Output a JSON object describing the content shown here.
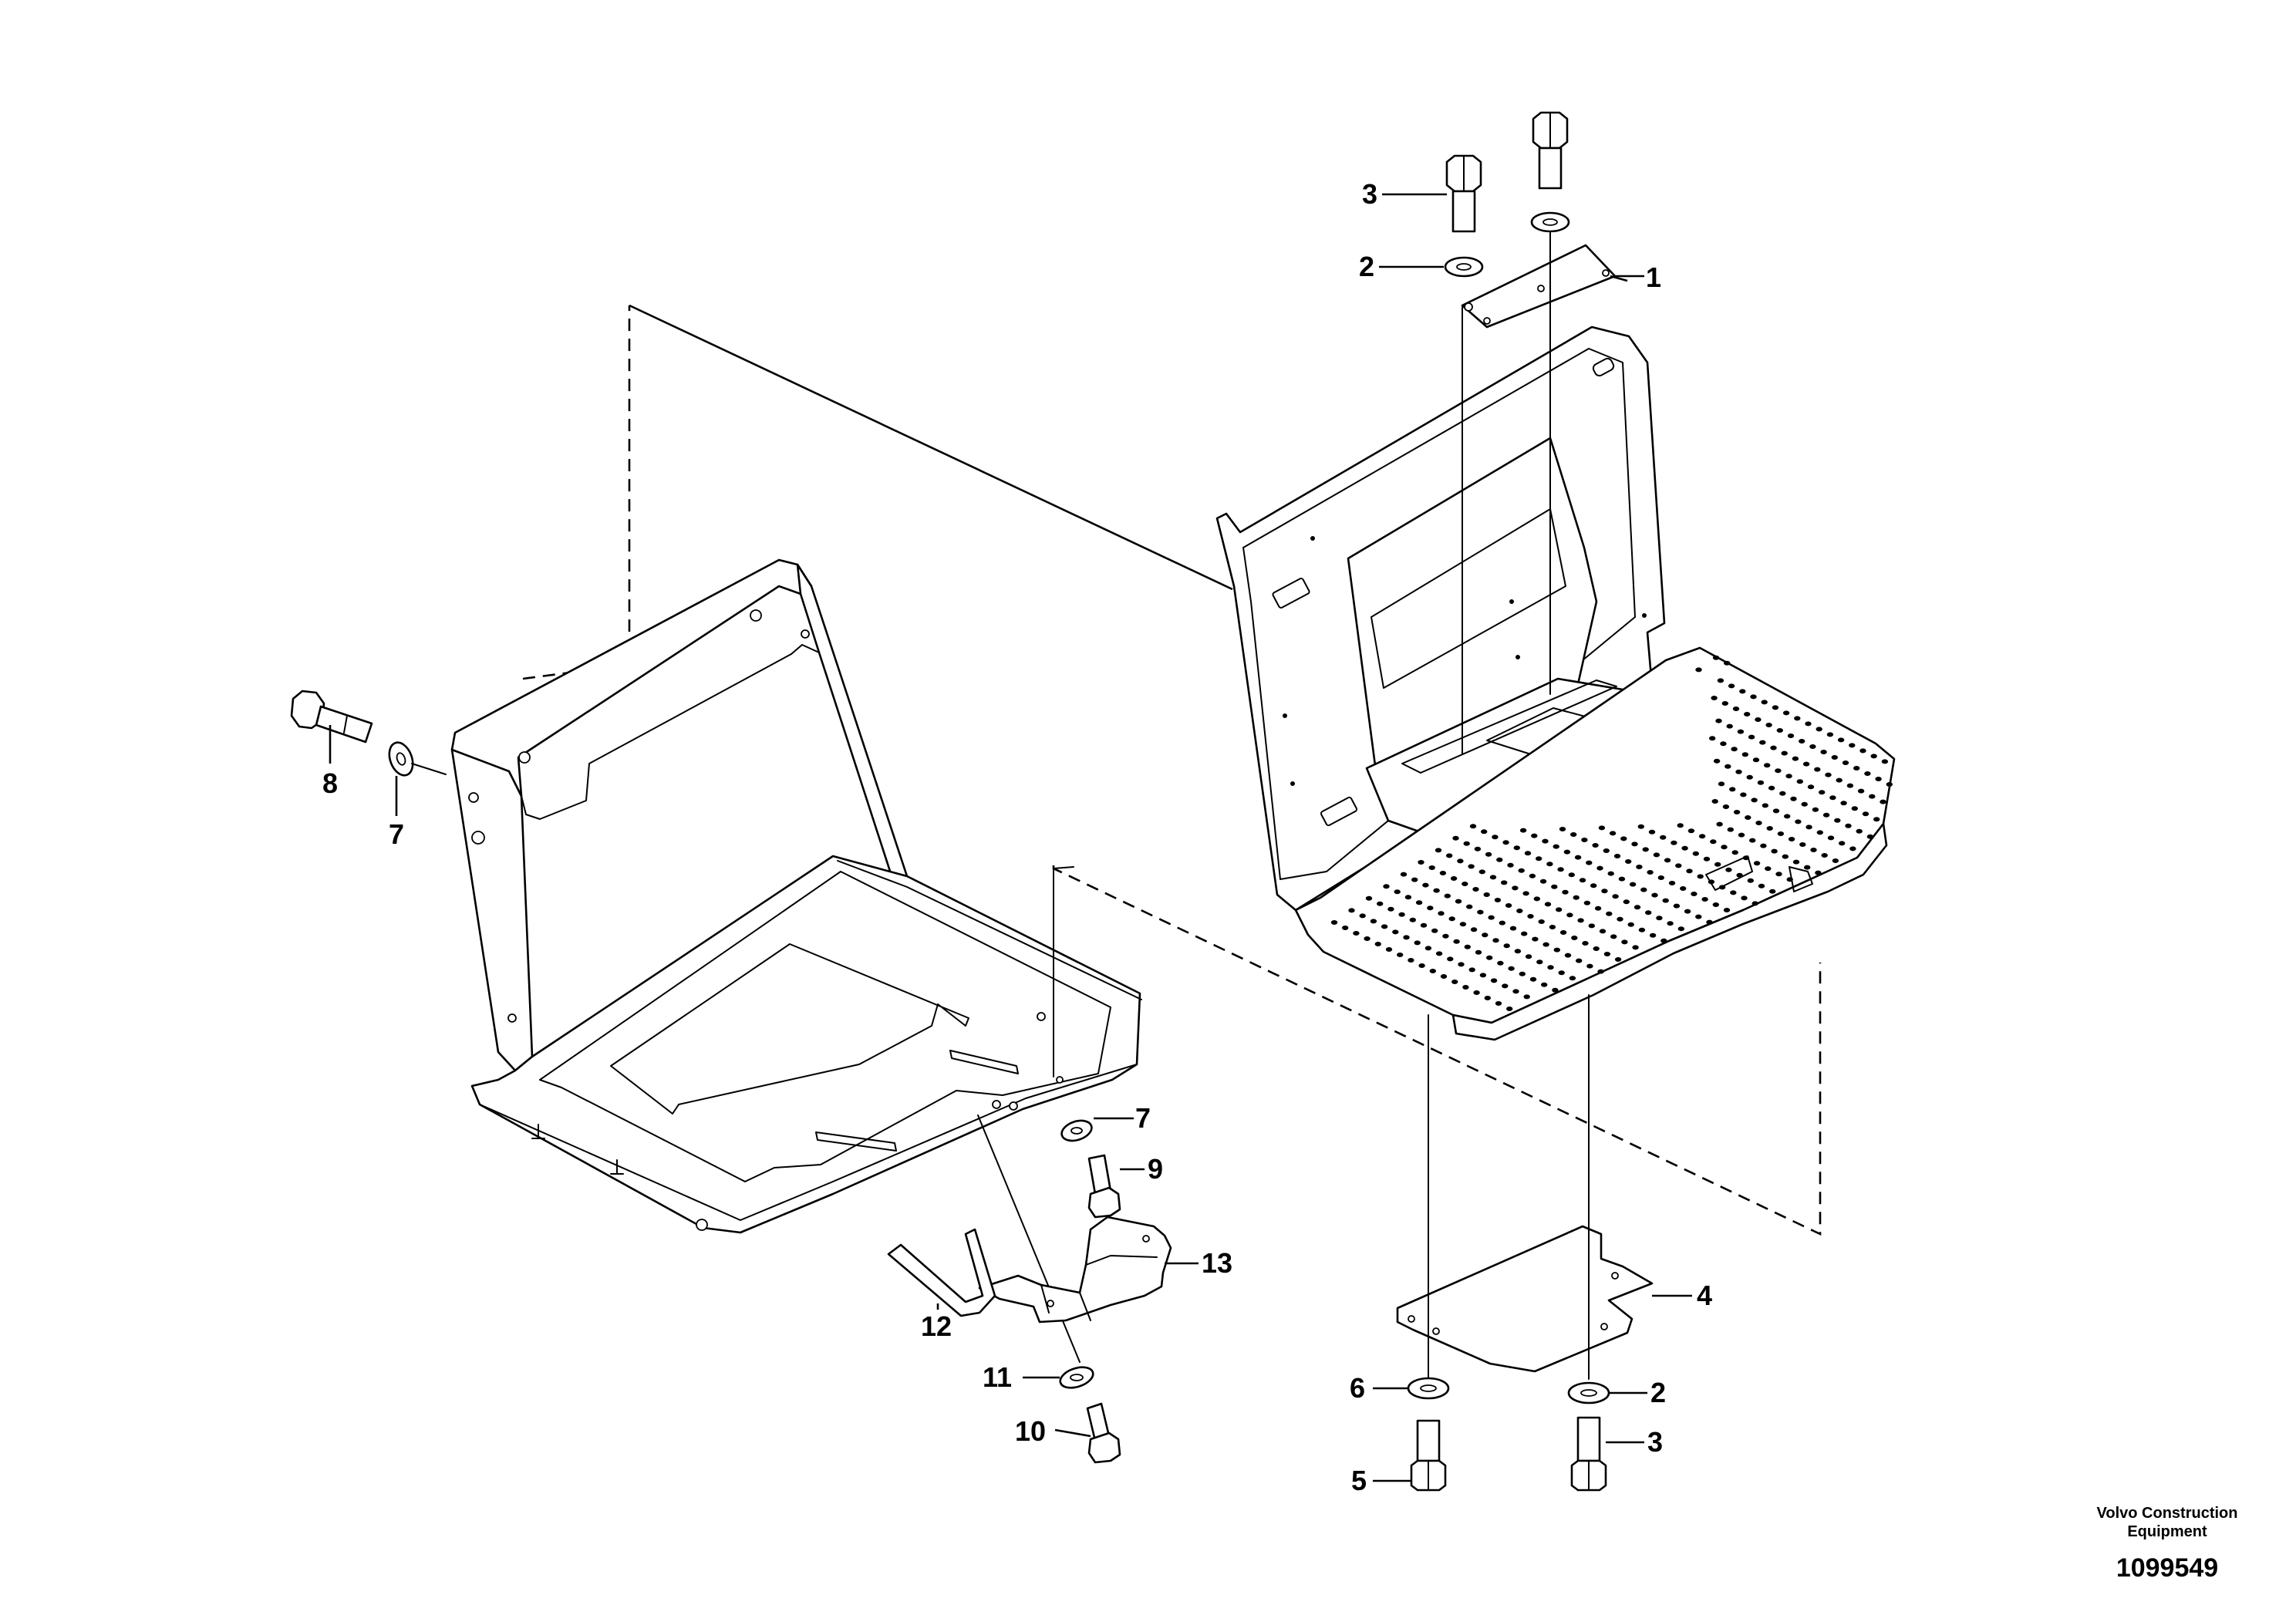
{
  "callouts": [
    {
      "id": "c1",
      "text": "1"
    },
    {
      "id": "c2a",
      "text": "2"
    },
    {
      "id": "c3a",
      "text": "3"
    },
    {
      "id": "c2b",
      "text": "2"
    },
    {
      "id": "c3b",
      "text": "3"
    },
    {
      "id": "c4",
      "text": "4"
    },
    {
      "id": "c5",
      "text": "5"
    },
    {
      "id": "c6",
      "text": "6"
    },
    {
      "id": "c7a",
      "text": "7"
    },
    {
      "id": "c8",
      "text": "8"
    },
    {
      "id": "c7b",
      "text": "7"
    },
    {
      "id": "c9",
      "text": "9"
    },
    {
      "id": "c10",
      "text": "10"
    },
    {
      "id": "c11",
      "text": "11"
    },
    {
      "id": "c12",
      "text": "12"
    },
    {
      "id": "c13",
      "text": "13"
    }
  ],
  "credit": {
    "line1": "Volvo Construction",
    "line2": "Equipment",
    "drawing_number": "1099549"
  },
  "colors": {
    "ink": "#000000",
    "paper": "#ffffff"
  }
}
